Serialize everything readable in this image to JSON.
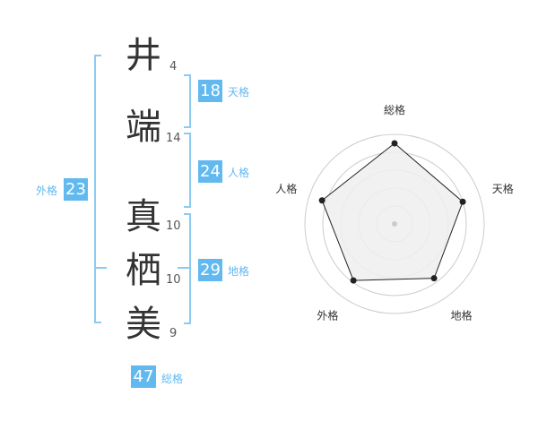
{
  "name_chars": [
    {
      "char": "井",
      "strokes": "4"
    },
    {
      "char": "端",
      "strokes": "14"
    },
    {
      "char": "真",
      "strokes": "10"
    },
    {
      "char": "栖",
      "strokes": "10"
    },
    {
      "char": "美",
      "strokes": "9"
    }
  ],
  "kaku": {
    "tenkaku": {
      "label": "天格",
      "value": "18"
    },
    "jinkaku": {
      "label": "人格",
      "value": "24"
    },
    "chikaku": {
      "label": "地格",
      "value": "29"
    },
    "gaikaku": {
      "label": "外格",
      "value": "23"
    },
    "soukaku": {
      "label": "総格",
      "value": "47"
    }
  },
  "chart_data": {
    "type": "radar",
    "axes": [
      "総格",
      "天格",
      "地格",
      "外格",
      "人格"
    ],
    "values": [
      0.9,
      0.8,
      0.75,
      0.78,
      0.85
    ],
    "rings": 5,
    "colors": {
      "fill": "#eeeeee",
      "stroke": "#222222",
      "ring": "#cccccc",
      "center": "#cccccc"
    }
  }
}
